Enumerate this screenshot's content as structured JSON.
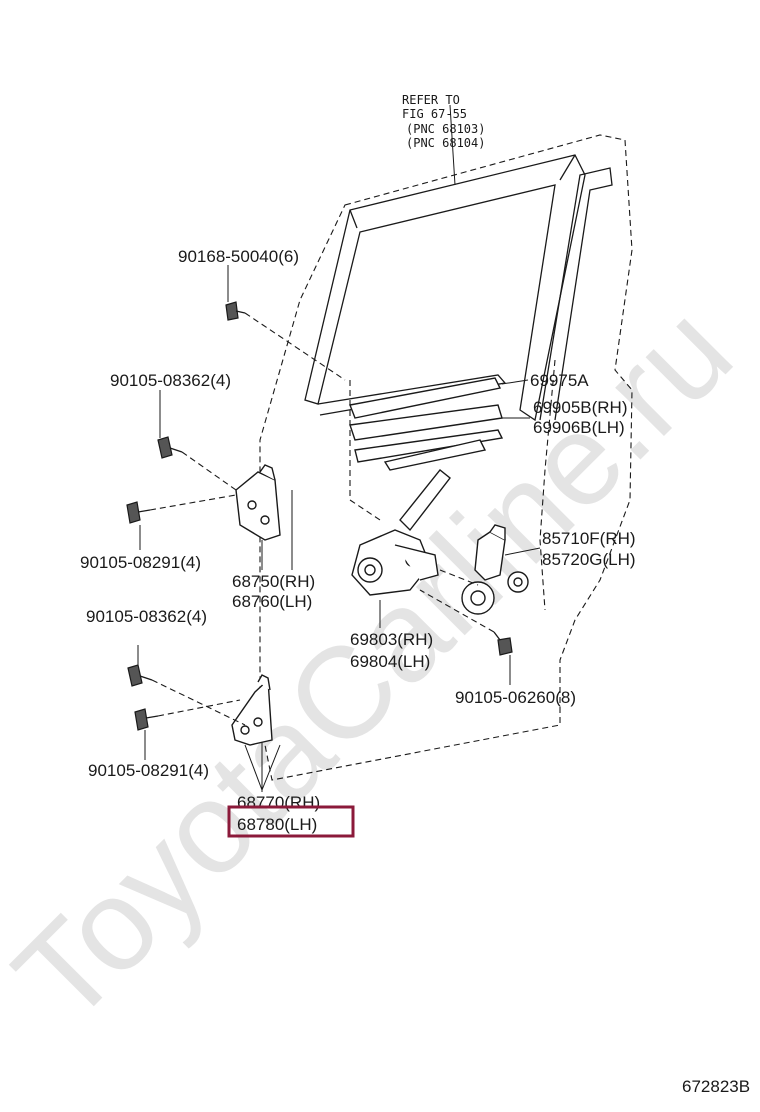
{
  "diagram": {
    "watermark": "ToyotaCarline.ru",
    "figure_id": "672823B",
    "refer": {
      "line1": "REFER TO",
      "line2": "FIG 67-55",
      "line3": "(PNC 68103)",
      "line4": "(PNC 68104)"
    },
    "labels": {
      "bolt_90168_50040": "90168-50040(6)",
      "bolt_90105_08362_upper": "90105-08362(4)",
      "bolt_90105_08291_upper": "90105-08291(4)",
      "hinge_upper_rh": "68750(RH)",
      "hinge_upper_lh": "68760(LH)",
      "bolt_90105_08362_lower": "90105-08362(4)",
      "bolt_90105_08291_lower": "90105-08291(4)",
      "hinge_lower_rh": "68770(RH)",
      "hinge_lower_lh": "68780(LH)",
      "weatherstrip_69975A": "69975A",
      "weatherstrip_rh": "69905B(RH)",
      "weatherstrip_lh": "69906B(LH)",
      "motor_rh": "85710F(RH)",
      "motor_lh": "85720G(LH)",
      "regulator_rh": "69803(RH)",
      "regulator_lh": "69804(LH)",
      "bolt_90105_06260": "90105-06260(8)"
    },
    "highlight_color": "#8b1a3a"
  }
}
